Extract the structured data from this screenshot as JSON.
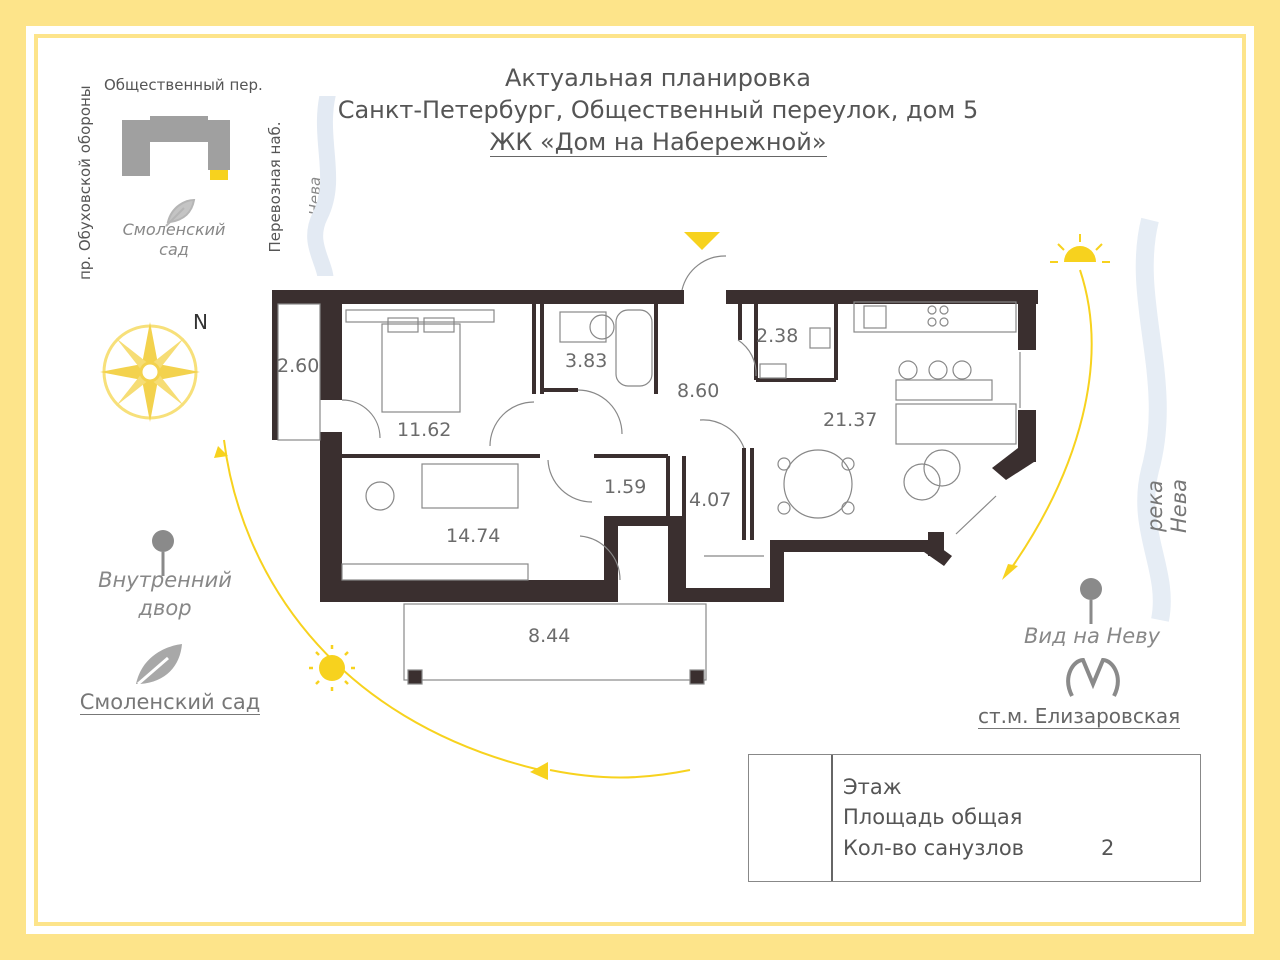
{
  "header": {
    "line1": "Актуальная планировка",
    "line2": "Санкт-Петербург, Общественный переулок, дом 5",
    "complex": "ЖК «Дом на Набережной»"
  },
  "map": {
    "street_top": "Общественный пер.",
    "street_left": "пр. Обуховской обороны",
    "street_right": "Перевозная наб.",
    "river_small": "река Нева",
    "park_small": "Смоленский сад"
  },
  "compass": {
    "north": "N"
  },
  "landmarks": {
    "courtyard": "Внутренний двор",
    "park": "Смоленский сад",
    "river_big": "река Нева",
    "view": "Вид на Неву",
    "metro": "ст.м. Елизаровская"
  },
  "rooms": [
    {
      "id": "balcony-left",
      "area": "2.60"
    },
    {
      "id": "bedroom",
      "area": "11.62"
    },
    {
      "id": "bathroom",
      "area": "3.83"
    },
    {
      "id": "hall",
      "area": "8.60"
    },
    {
      "id": "wc",
      "area": "2.38"
    },
    {
      "id": "kitchen-living",
      "area": "21.37"
    },
    {
      "id": "closet",
      "area": "1.59"
    },
    {
      "id": "corridor",
      "area": "4.07"
    },
    {
      "id": "kids-room",
      "area": "14.74"
    },
    {
      "id": "balcony-bottom",
      "area": "8.44"
    }
  ],
  "info": {
    "floor_label": "Этаж",
    "area_label": "Площадь общая",
    "bathrooms_label": "Кол-во санузлов",
    "bathrooms_value": "2"
  },
  "colors": {
    "frame": "#fde48a",
    "wall": "#3a2f2f",
    "sun": "#f7d21e",
    "text": "#555555"
  }
}
